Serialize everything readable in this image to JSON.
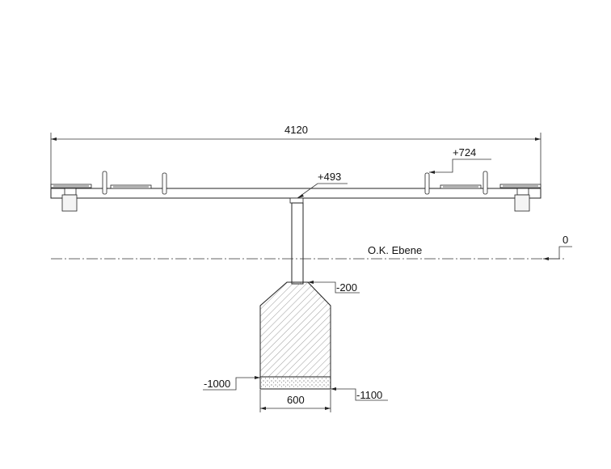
{
  "dimensions": {
    "overall_width": "4120",
    "foundation_width": "600"
  },
  "levels": {
    "top_handle": "+724",
    "beam": "+493",
    "ground_value": "0",
    "ground_label": "O.K. Ebene",
    "foundation_top": "-200",
    "foundation_base": "-1000",
    "gravel_base": "-1100"
  }
}
